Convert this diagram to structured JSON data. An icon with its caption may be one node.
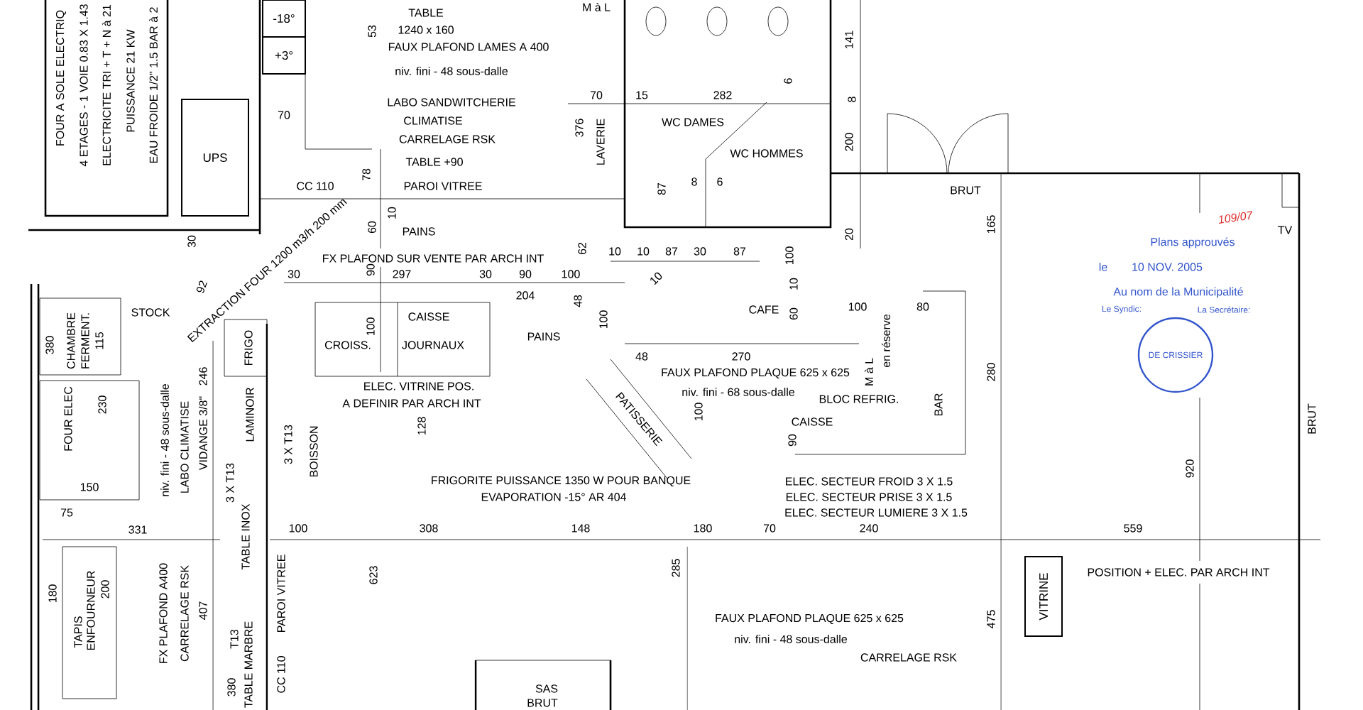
{
  "diagram": {
    "nodes": [
      {
        "text": [
          "UPS"
        ]
      },
      {
        "text": [
          "-18°"
        ]
      },
      {
        "text": [
          "+3°"
        ]
      },
      {
        "text": [
          "VITRINE"
        ]
      }
    ],
    "labels": [
      "FOUR A SOLE ELECTRIQ",
      "4 ETAGES - 1 VOIE 0.83 X 1.43",
      "ELECTRICITE TRI + T + N à 21",
      "PUISSANCE 21 KW",
      "EAU FROIDE 1/2\" 1.5 BAR à 2",
      "70",
      "53",
      "TABLE",
      "1240 x 160",
      "FAUX PLAFOND LAMES A 400",
      "niv. fini - 48 sous-dalle",
      "LABO SANDWITCHERIE",
      "CLIMATISE",
      "CARRELAGE RSK",
      "TABLE +90",
      "CC 110",
      "PAROI VITREE",
      "78",
      "10",
      "60",
      "PAINS",
      "FX PLAFOND SUR VENTE PAR ARCH INT",
      "30",
      "90",
      "297",
      "30",
      "90",
      "100",
      "204",
      "62",
      "48",
      "EXTRACTION FOUR 1200 m3/h 200 mm",
      "30",
      "92",
      "STOCK",
      "380",
      "CHAMBRE",
      "FERMENT.",
      "115",
      "FRIGO",
      "FOUR ELEC",
      "230",
      "150",
      "75",
      "331",
      "180",
      "TAPIS",
      "ENFOURNEUR",
      "200",
      "niv. fini - 48 sous-dalle",
      "LABO CLIMATISE",
      "VIDANGE 3/8\"",
      "246",
      "FX PLAFOND A400",
      "CARRELAGE RSK",
      "407",
      "LAMINOIR",
      "3 X T13",
      "TABLE INOX",
      "3 X T13",
      "BOISSON",
      "100",
      "PAROI VITREE",
      "T13",
      "TABLE MARBRE",
      "380",
      "CC 110",
      "CROISS.",
      "CAISSE",
      "JOURNAUX",
      "100",
      "PAINS",
      "100",
      "ELEC. VITRINE POS.",
      "A DEFINIR PAR ARCH INT",
      "128",
      "PATISSERIE",
      "100",
      "48",
      "270",
      "FAUX PLAFOND PLAQUE 625 x 625",
      "niv. fini - 68 sous-dalle",
      "BLOC REFRIG.",
      "CAISSE",
      "90",
      "FRIGORITE PUISSANCE 1350 W POUR BANQUE",
      "EVAPORATION -15° AR 404",
      "ELEC. SECTEUR FROID 3 X 1.5",
      "ELEC. SECTEUR PRISE 3 X 1.5",
      "ELEC. SECTEUR LUMIERE 3 X 1.5",
      "308",
      "148",
      "180",
      "70",
      "240",
      "559",
      "623",
      "285",
      "CAFE",
      "100",
      "80",
      "60",
      "10",
      "100",
      "M à L",
      "en réserve",
      "BAR",
      "280",
      "M à L",
      "LAVERIE",
      "376",
      "70",
      "15",
      "282",
      "6",
      "WC DAMES",
      "WC HOMMES",
      "87",
      "8",
      "6",
      "10",
      "10",
      "87",
      "30",
      "87",
      "10",
      "141",
      "8",
      "200",
      "20",
      "BRUT",
      "165",
      "TV",
      "BRUT",
      "920",
      "475",
      "POSITION + ELEC. PAR ARCH INT",
      "FAUX PLAFOND PLAQUE 625 x 625",
      "niv. fini - 48 sous-dalle",
      "CARRELAGE RSK",
      "SAS",
      "BRUT",
      "109/07",
      "Plans approuvés",
      "le",
      "10 NOV. 2005",
      "Au nom de la Municipalité",
      "Le Syndic:",
      "La Secrétaire:",
      "DE CRISSIER"
    ]
  }
}
